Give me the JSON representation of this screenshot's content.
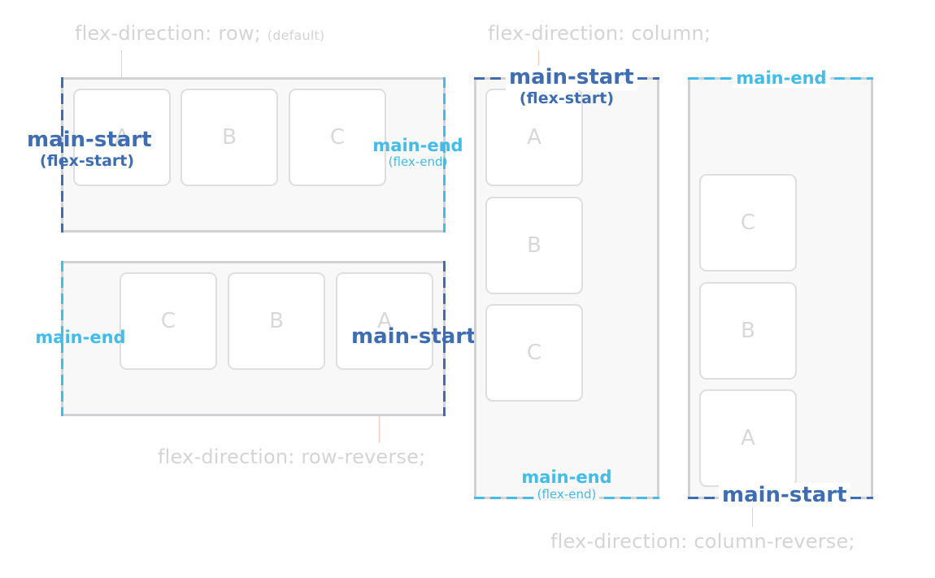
{
  "captions": {
    "row": "flex-direction: row;",
    "row_default": "(default)",
    "column": "flex-direction: column;",
    "row_reverse": "flex-direction: row-reverse;",
    "column_reverse": "flex-direction: column-reverse;"
  },
  "labels": {
    "main_start": "main-start",
    "main_end": "main-end",
    "flex_start": "(flex-start)",
    "flex_end": "(flex-end)"
  },
  "items": {
    "a": "A",
    "b": "B",
    "c": "C"
  },
  "colors": {
    "main_start": "#3f6db3",
    "main_end": "#42bce9",
    "container_border": "#d2d2d5",
    "caption": "#d4d4d4"
  }
}
